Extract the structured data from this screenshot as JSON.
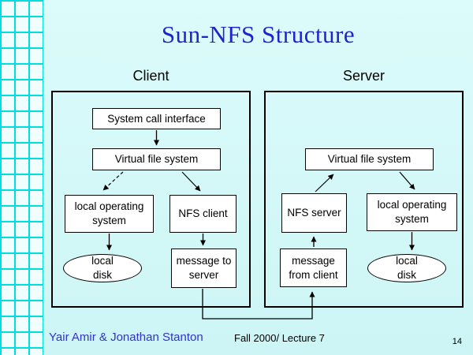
{
  "slide": {
    "title": "Sun-NFS Structure",
    "page_number": "14",
    "footer": {
      "authors": "Yair Amir & Jonathan Stanton",
      "course": "Fall 2000/ Lecture 7"
    },
    "colors": {
      "title_blue": "#2222cc",
      "footer_blue": "#3333cc",
      "background_cyan": "#cdf5f5",
      "grid_line_cyan": "#00dede",
      "box_fill": "#ffffff",
      "line_black": "#000000"
    },
    "client": {
      "label": "Client",
      "boxes": {
        "system_call_interface": "System call interface",
        "virtual_file_system": "Virtual file system",
        "local_operating_system": "local operating system",
        "nfs_client": "NFS client",
        "local_disk": "local disk",
        "message_to_server": "message to server"
      }
    },
    "server": {
      "label": "Server",
      "boxes": {
        "virtual_file_system": "Virtual file system",
        "nfs_server": "NFS server",
        "local_operating_system": "local operating system",
        "message_from_client": "message from client",
        "local_disk": "local disk"
      }
    }
  }
}
